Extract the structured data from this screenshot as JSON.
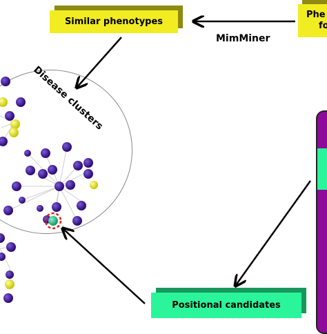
{
  "labels": {
    "similar_phenotypes": "Similar phenotypes",
    "phenotype_box_line1": "Phe",
    "phenotype_box_line2": "fo",
    "mimminer": "MimMiner",
    "disease_clusters": "Disease clusters",
    "positional_candidates": "Positional candidates"
  },
  "colors": {
    "gene_node": "#3b0a8f",
    "yellow_node": "#e8e81e",
    "candidate_node": "#1fc28a",
    "candidate_ring": "#e0201b",
    "box_yellow": "#f2ec22",
    "box_green": "#2af59a",
    "chromosome": "#8d0a9a"
  }
}
